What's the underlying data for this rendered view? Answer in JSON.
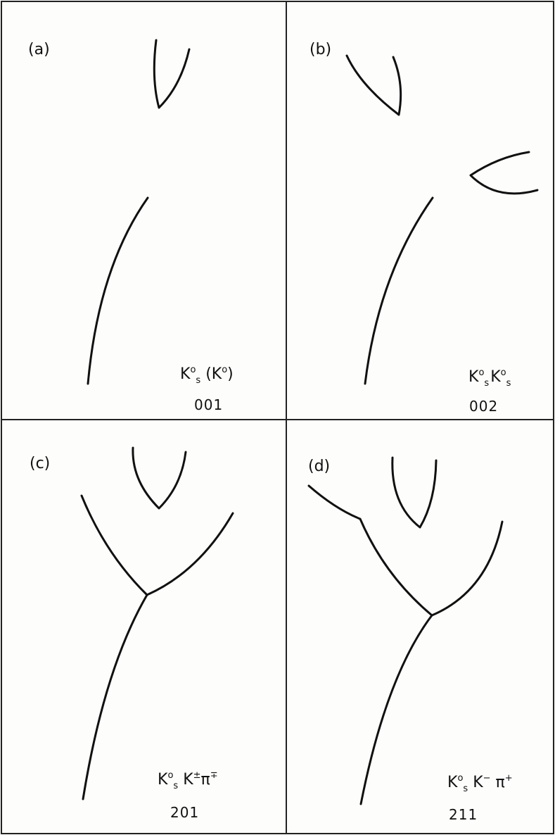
{
  "panels": {
    "a": {
      "label": "(a)",
      "code": "001"
    },
    "b": {
      "label": "(b)",
      "code": "002"
    },
    "c": {
      "label": "(c)",
      "code": "201"
    },
    "d": {
      "label": "(d)",
      "code": "211"
    }
  },
  "reactions": {
    "a": {
      "base": "K",
      "sup": "o",
      "sub": "s",
      "rest": "(K",
      "rest_sup": "o",
      "tail": ")"
    },
    "b": {
      "base": "K",
      "sup": "o",
      "sub": "s",
      "base2": "K",
      "sup2": "o",
      "sub2": "s"
    },
    "c": {
      "base": "K",
      "sup": "o",
      "sub": "s",
      "k": "K",
      "k_sup": "±",
      "pi": "π",
      "pi_sup": "∓"
    },
    "d": {
      "base": "K",
      "sup": "o",
      "sub": "s",
      "k": "K",
      "k_sup": "−",
      "pi": "π",
      "pi_sup": "+"
    }
  }
}
